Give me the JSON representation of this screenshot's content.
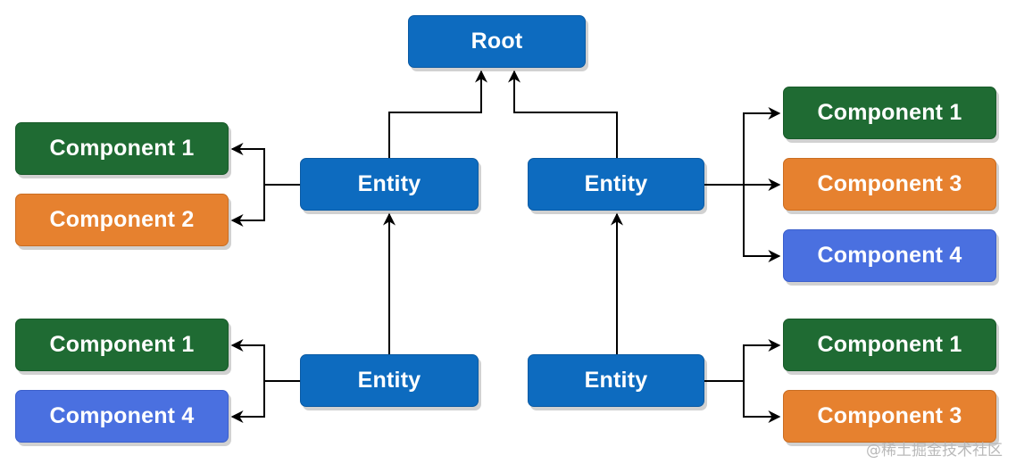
{
  "diagram": {
    "root": "Root",
    "entities": [
      "Entity",
      "Entity",
      "Entity",
      "Entity"
    ],
    "entity1_components": [
      "Component 1",
      "Component 2"
    ],
    "entity2_components": [
      "Component 1",
      "Component 3",
      "Component 4"
    ],
    "entity3_components": [
      "Component 1",
      "Component 4"
    ],
    "entity4_components": [
      "Component 1",
      "Component 3"
    ]
  },
  "colors": {
    "entity_blue": "#0d6bbf",
    "component_1_green": "#1f6b33",
    "component_2_3_orange": "#e6812f",
    "component_4_blue": "#4a70e0",
    "arrow": "#000000"
  },
  "watermark": "@稀土掘金技术社区"
}
